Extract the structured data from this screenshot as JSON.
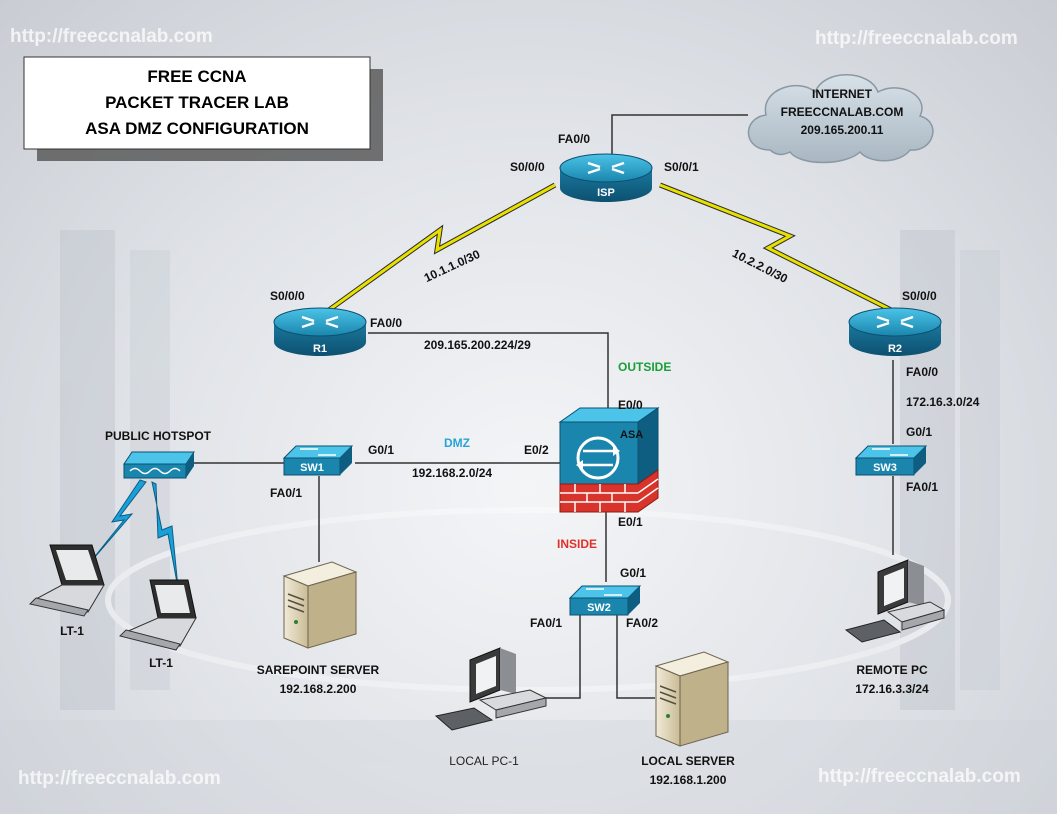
{
  "watermark": "http://freeccnalab.com",
  "title": {
    "line1": "FREE CCNA",
    "line2": "PACKET TRACER LAB",
    "line3": "ASA DMZ CONFIGURATION"
  },
  "cloud": {
    "line1": "INTERNET",
    "line2": "FREECCNALAB.COM",
    "line3": "209.165.200.11"
  },
  "devices": {
    "isp": "ISP",
    "r1": "R1",
    "r2": "R2",
    "asa": "ASA",
    "sw1": "SW1",
    "sw2": "SW2",
    "sw3": "SW3",
    "hotspot": "PUBLIC HOTSPOT",
    "lt1a": "LT-1",
    "lt1b": "LT-1",
    "sp_server_name": "SAREPOINT SERVER",
    "sp_server_ip": "192.168.2.200",
    "local_pc": "LOCAL PC-1",
    "local_server_name": "LOCAL SERVER",
    "local_server_ip": "192.168.1.200",
    "remote_pc_name": "REMOTE PC",
    "remote_pc_ip": "172.16.3.3/24"
  },
  "ports": {
    "isp_fa00": "FA0/0",
    "isp_s000": "S0/0/0",
    "isp_s001": "S0/0/1",
    "r1_s000": "S0/0/0",
    "r1_fa00": "FA0/0",
    "r2_s000": "S0/0/0",
    "r2_fa00": "FA0/0",
    "asa_e00": "E0/0",
    "asa_e02": "E0/2",
    "asa_e01": "E0/1",
    "sw1_g01": "G0/1",
    "sw1_fa01": "FA0/1",
    "sw2_g01": "G0/1",
    "sw2_fa01": "FA0/1",
    "sw2_fa02": "FA0/2",
    "sw3_g01": "G0/1",
    "sw3_fa01": "FA0/1"
  },
  "networks": {
    "isp_r1": "10.1.1.0/30",
    "isp_r2": "10.2.2.0/30",
    "r1_asa": "209.165.200.224/29",
    "dmz": "192.168.2.0/24",
    "r2_lan": "172.16.3.0/24"
  },
  "zones": {
    "outside": "OUTSIDE",
    "dmz": "DMZ",
    "inside": "INSIDE"
  },
  "colors": {
    "outside": "#1a9e3a",
    "dmz": "#29a3d6",
    "inside": "#e0302a",
    "router": "#1f8fb5",
    "serial_link": "#e8e000"
  }
}
